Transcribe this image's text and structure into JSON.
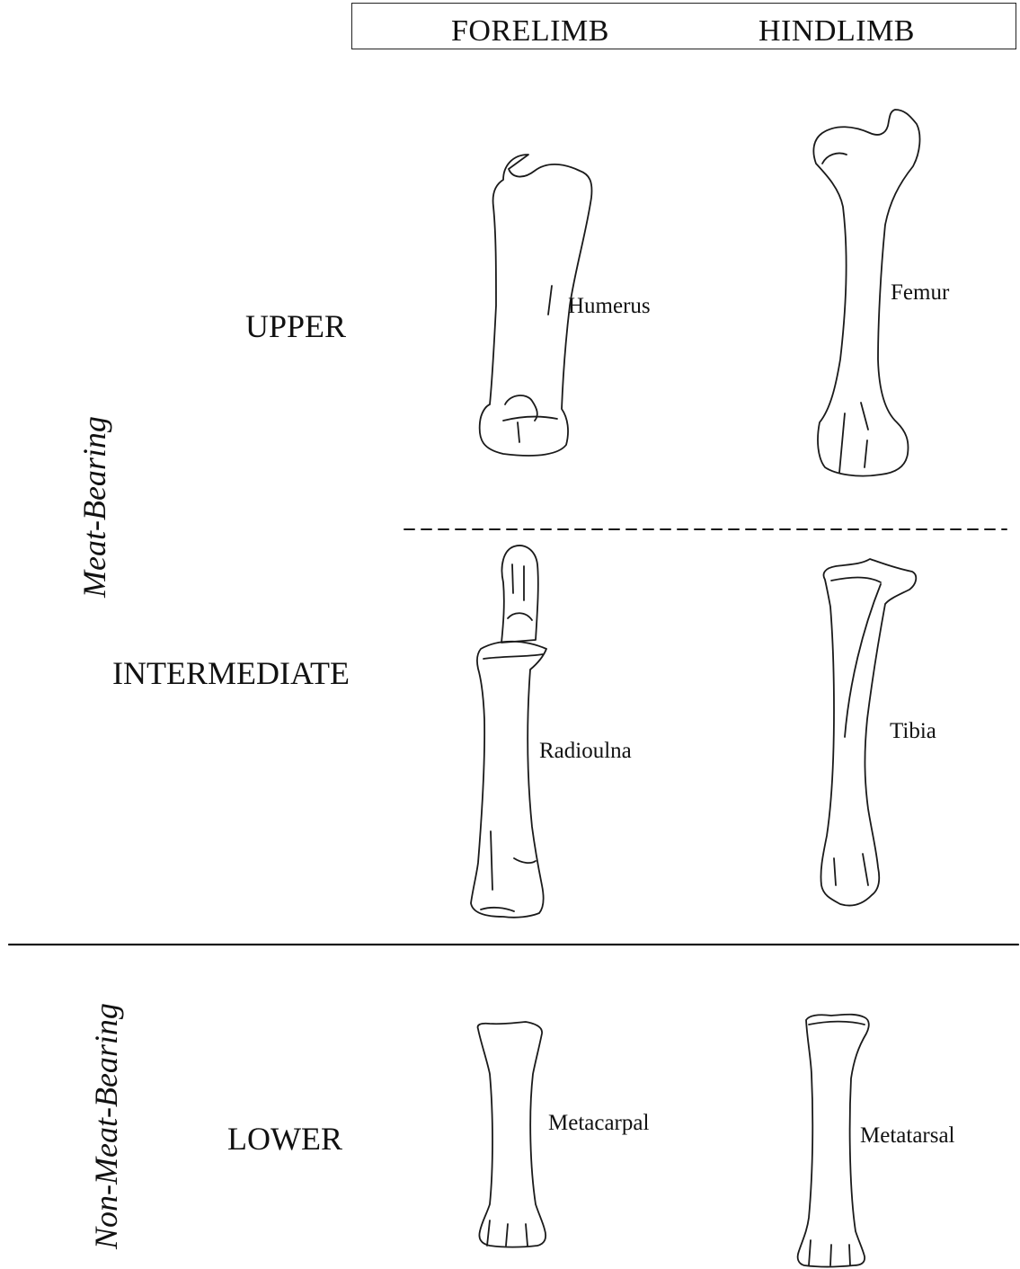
{
  "header": {
    "forelimb": "FORELIMB",
    "hindlimb": "HINDLIMB"
  },
  "categories": {
    "meat_bearing": "Meat-Bearing",
    "non_meat_bearing": "Non-Meat-Bearing"
  },
  "rows": {
    "upper": "UPPER",
    "intermediate": "INTERMEDIATE",
    "lower": "LOWER"
  },
  "bones": {
    "humerus": "Humerus",
    "femur": "Femur",
    "radioulna": "Radioulna",
    "tibia": "Tibia",
    "metacarpal": "Metacarpal",
    "metatarsal": "Metatarsal"
  }
}
